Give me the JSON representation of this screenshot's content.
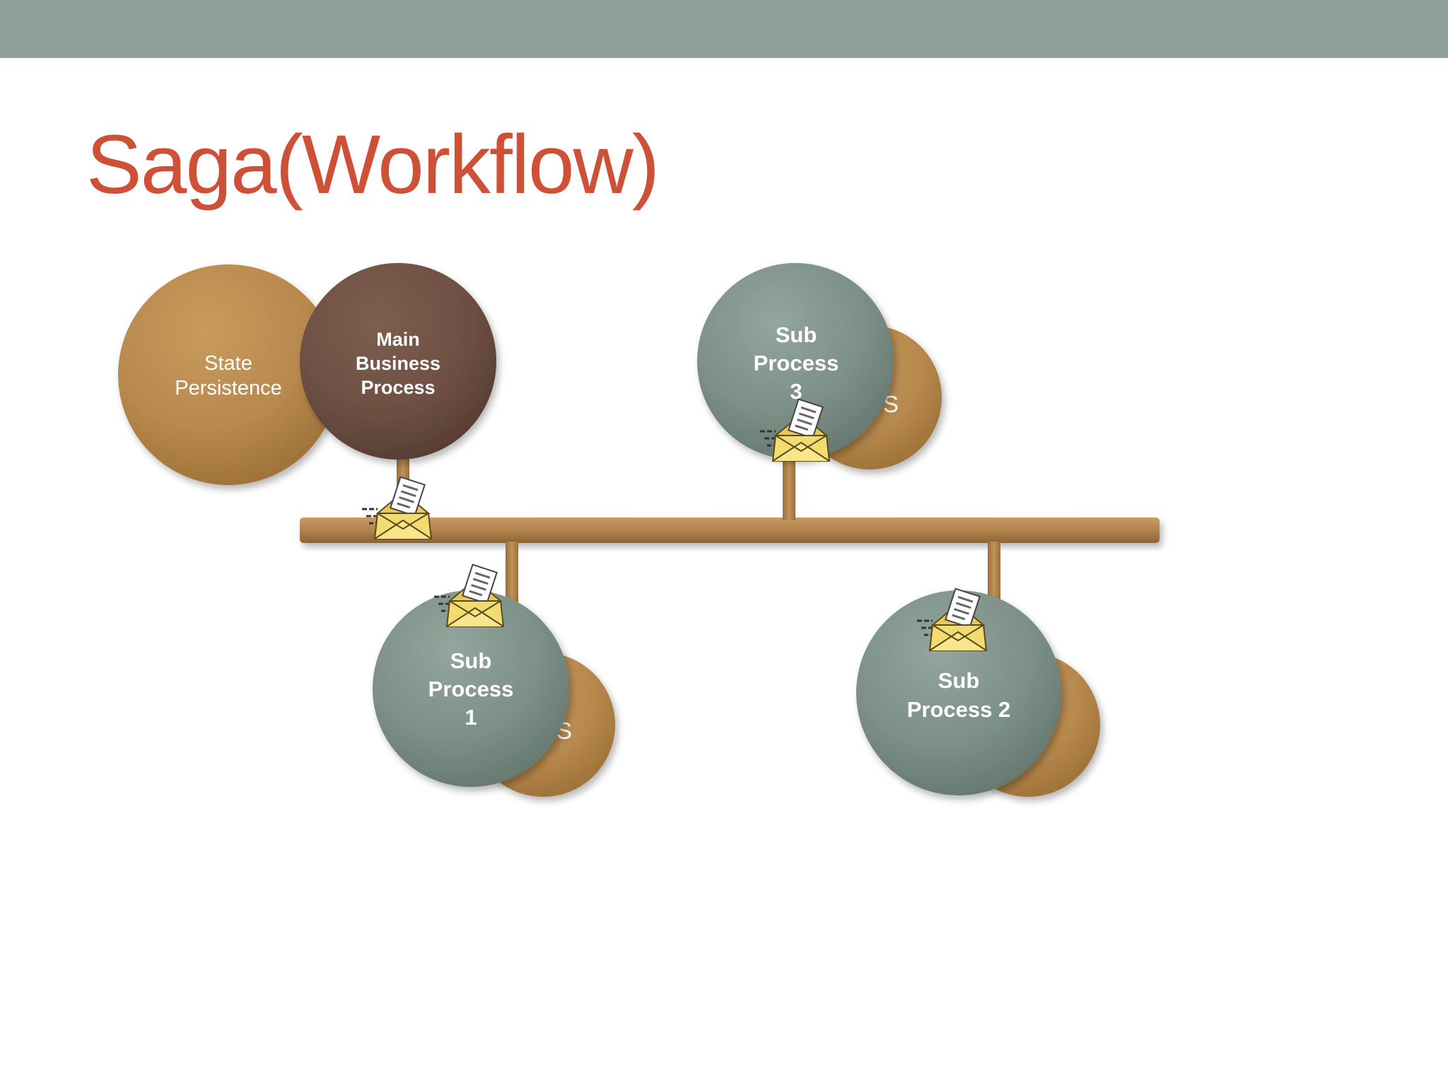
{
  "slide": {
    "title": "Saga(Workflow)"
  },
  "diagram": {
    "nodes": {
      "state_persistence": {
        "lines": [
          "State",
          "Persistence"
        ]
      },
      "main_process": {
        "lines": [
          "Main",
          "Business",
          "Process"
        ]
      },
      "sub_process_3": {
        "lines": [
          "Sub",
          "Process",
          "3"
        ],
        "behind_text": "S"
      },
      "sub_process_1": {
        "lines": [
          "Sub",
          "Process",
          "1"
        ],
        "behind_text": "S"
      },
      "sub_process_2": {
        "lines": [
          "Sub",
          "Process 2"
        ]
      }
    },
    "icons": [
      "envelope-icon",
      "envelope-icon",
      "envelope-icon",
      "envelope-icon"
    ]
  },
  "colors": {
    "topbar": "#8fa299",
    "title": "#cd5037",
    "persistence_circle": "#b98a4f",
    "main_circle": "#6e5143",
    "sub_circle": "#7d9189",
    "bus": "#b2834e",
    "envelope": "#f2dc71"
  }
}
